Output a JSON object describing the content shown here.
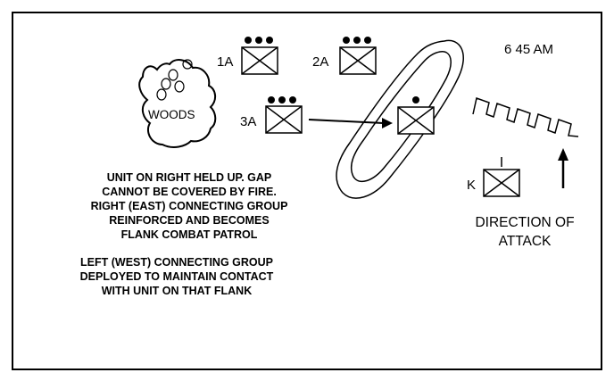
{
  "time_label": "6 45 AM",
  "woods_label": "WOODS",
  "units": [
    {
      "id": "1A",
      "label": "1A",
      "echelon": "platoon",
      "symbol": "infantry"
    },
    {
      "id": "2A",
      "label": "2A",
      "echelon": "platoon",
      "symbol": "infantry"
    },
    {
      "id": "3A",
      "label": "3A",
      "echelon": "platoon",
      "symbol": "infantry"
    },
    {
      "id": "center",
      "label": "",
      "echelon": "squad",
      "symbol": "infantry"
    },
    {
      "id": "K",
      "label": "K",
      "echelon": "company",
      "symbol": "infantry"
    }
  ],
  "note_east": [
    "UNIT ON RIGHT HELD UP. GAP",
    "CANNOT BE COVERED BY FIRE.",
    "RIGHT (EAST) CONNECTING GROUP",
    "REINFORCED AND BECOMES",
    "FLANK COMBAT PATROL"
  ],
  "note_west": [
    "LEFT (WEST) CONNECTING GROUP",
    "DEPLOYED TO MAINTAIN CONTACT",
    "WITH UNIT ON THAT FLANK"
  ],
  "direction_label": [
    "DIRECTION OF",
    "ATTACK"
  ],
  "colors": {
    "ink": "#000000",
    "paper": "#ffffff"
  }
}
